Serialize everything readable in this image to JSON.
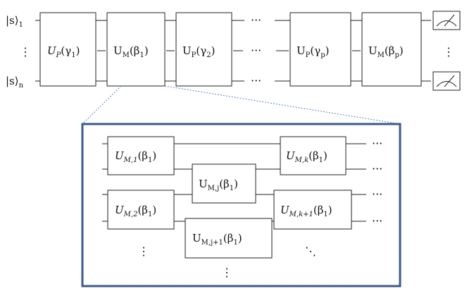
{
  "inputs": {
    "top": {
      "ket": "|s⟩",
      "sub": "1"
    },
    "mid": "⋮",
    "bottom": {
      "ket": "|s⟩",
      "sub": "n"
    }
  },
  "main_gates": [
    {
      "base": "U",
      "sub": "P",
      "arg": "(γ",
      "argsub": "1",
      "close": ")"
    },
    {
      "base": "U",
      "sub": "M",
      "arg": "(β",
      "argsub": "1",
      "close": ")"
    },
    {
      "base": "U",
      "sub": "P",
      "arg": "(γ",
      "argsub": "2",
      "close": ")"
    },
    {
      "base": "U",
      "sub": "P",
      "arg": "(γ",
      "argsub": "p",
      "close": ")"
    },
    {
      "base": "U",
      "sub": "M",
      "arg": "(β",
      "argsub": "p",
      "close": ")"
    }
  ],
  "main_ellipses": [
    "···",
    "···",
    "···"
  ],
  "output_mid_dots": "⋮",
  "measurement_icons": [
    "meter-icon",
    "meter-icon"
  ],
  "zoom_gates": [
    {
      "base": "U",
      "sub": "M,1",
      "arg": "(β",
      "argsub": "1",
      "close": ")"
    },
    {
      "base": "U",
      "sub": "M,k",
      "arg": "(β",
      "argsub": "1",
      "close": ")"
    },
    {
      "base": "U",
      "sub": "M,j",
      "arg": "(β",
      "argsub": "1",
      "close": ")"
    },
    {
      "base": "U",
      "sub": "M,2",
      "arg": "(β",
      "argsub": "1",
      "close": ")"
    },
    {
      "base": "U",
      "sub": "M,k+1",
      "arg": "(β",
      "argsub": "1",
      "close": ")"
    },
    {
      "base": "U",
      "sub": "M,j+1",
      "arg": "(β",
      "argsub": "1",
      "close": ")"
    }
  ],
  "zoom_ellipses": [
    "···",
    "···",
    "···",
    "···"
  ],
  "zoom_vdots": [
    "⋮",
    "⋮"
  ],
  "zoom_ddots": "⋱",
  "colors": {
    "frame": "#3d5a8a",
    "zoom_line": "#5b84c4",
    "wire": "#222222",
    "gate_border": "#222222"
  }
}
